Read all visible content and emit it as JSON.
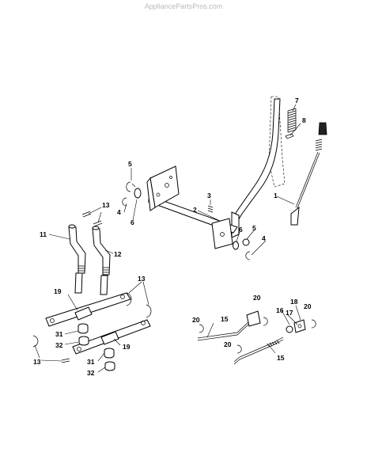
{
  "watermark": "AppliancePartsPros.com",
  "callouts": {
    "c1": "1",
    "c2": "2",
    "c3": "3",
    "c4a": "4",
    "c4b": "4",
    "c5a": "5",
    "c5b": "5",
    "c6a": "6",
    "c6b": "6",
    "c7": "7",
    "c8": "8",
    "c11": "11",
    "c12": "12",
    "c13a": "13",
    "c13b": "13",
    "c13c": "13",
    "c15a": "15",
    "c15b": "15",
    "c16": "16",
    "c17": "17",
    "c18": "18",
    "c19a": "19",
    "c19b": "19",
    "c20a": "20",
    "c20b": "20",
    "c20c": "20",
    "c20d": "20",
    "c31a": "31",
    "c31b": "31",
    "c32a": "32",
    "c32b": "32"
  }
}
